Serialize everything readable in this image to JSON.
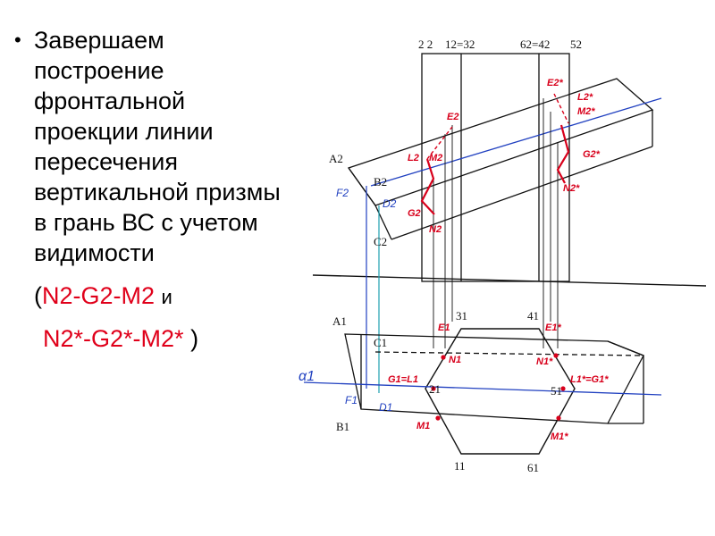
{
  "text": {
    "main": "Завершаем построение фронтальной проекции линии пересечения вертикальной призмы в грань ВС с учетом видимости",
    "seq1_open": "(",
    "seq1_body": "N2-G2-M2",
    "seq1_and": "и",
    "seq2_body": "N2*-G2*-M2*",
    "seq2_close": ")"
  },
  "labels": {
    "top22": "2 2",
    "top12": "12=32",
    "top62": "62=42",
    "top52": "52",
    "A2": "A2",
    "B2": "B2",
    "C2": "C2",
    "D2": "D2",
    "F2": "F2",
    "A1": "A1",
    "C1": "C1",
    "B1": "B1",
    "F1": "F1",
    "D1": "D1",
    "alpha1": "α1",
    "p11": "11",
    "p21": "21",
    "p31": "31",
    "p41": "41",
    "p51": "51",
    "p61": "61",
    "E2": "E2",
    "E2s": "E2*",
    "L2": "L2",
    "M2": "M2",
    "L2s": "L2*",
    "M2s": "M2*",
    "G2": "G2",
    "G2s": "G2*",
    "N2": "N2",
    "N2s": "N2*",
    "E1": "E1",
    "E1s": "E1*",
    "N1": "N1",
    "N1s": "N1*",
    "G1L1": "G1=L1",
    "L1G1s": "L1*=G1*",
    "M1": "M1",
    "M1s": "M1*"
  },
  "colors": {
    "ink": "#111111",
    "red": "#d8001b",
    "blue": "#2040c0",
    "cyan": "#20a0b0"
  }
}
